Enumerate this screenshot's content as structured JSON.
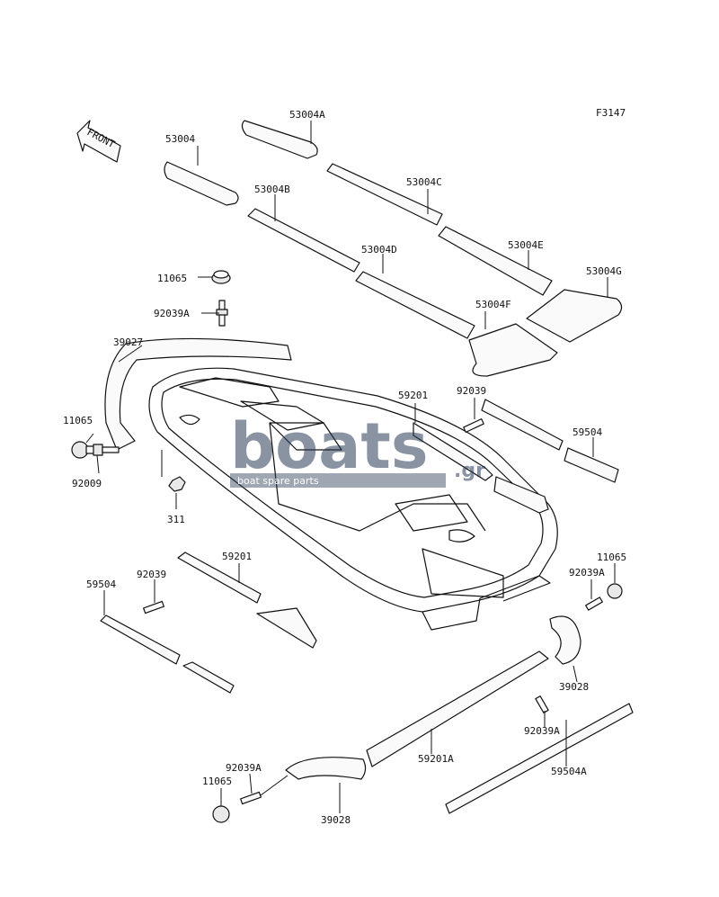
{
  "figure_code": "F3147",
  "front_arrow_text": "FRONT",
  "watermark": {
    "brand_main": "boats",
    "brand_tld": ".gr",
    "subtitle": "boat spare parts"
  },
  "callouts": [
    "53004",
    "53004A",
    "53004B",
    "53004C",
    "53004D",
    "53004E",
    "53004F",
    "53004G",
    "11065",
    "92039A",
    "39027",
    "11065",
    "92009",
    "311",
    "59201",
    "92039",
    "59504",
    "59201",
    "92039",
    "59504",
    "11065",
    "92039A",
    "39028",
    "92039A",
    "59201A",
    "59504A",
    "92039A",
    "11065",
    "39028"
  ]
}
